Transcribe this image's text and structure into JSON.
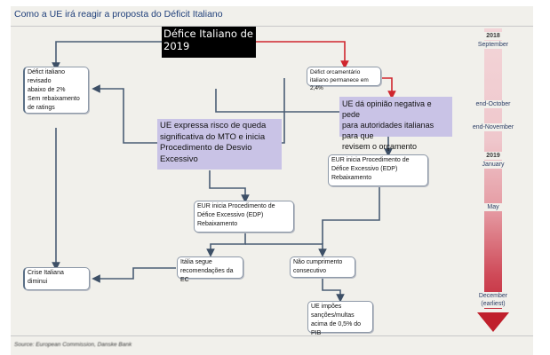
{
  "title": "Como a UE irá reagir a proposta do Déficit Italiano",
  "source": "Source: European Commission, Danske Bank",
  "colors": {
    "panel_bg": "#f1f0eb",
    "title_text": "#1f3f7a",
    "connector_dark": "#4a5d74",
    "connector_red": "#d0262e",
    "highlight_box": "#c9c3e6",
    "header_box": "#000000",
    "timeline_arrow": "#c0202c"
  },
  "nodes": {
    "start": "Défice Italiano de\n2019",
    "deficit_revised": "Défict italiano\nrevisado\n abaixo de 2%\nSem rebaixamento\nde ratings",
    "deficit_remains": "Défict orcamentário\nitaliano permanece em 2,4%",
    "eu_negative_opinion": "UE dá opinião negativa e pede\npara autoridades italianas para que\nrevisem o orçamento",
    "eu_mto_risk": "UE expressa risco de queda\nsignificativa do MTO e inicia\nProcedimento de Desvio\nExcessivo",
    "edp_right": "EUR inicia Procedimento de\nDéfice Excessivo (EDP)\nRebaixamento",
    "edp_center": "EUR inicia Procedimento de\nDéfice Excessivo (EDP)\nRebaixamento",
    "italy_follows": "Itália segue\nrecomendações da EC",
    "crisis_eases": "Crise Italiana\ndiminui",
    "non_compliance": "Não cumprimento\nconsecutivo",
    "sanctions": "UE impões\nsanções/multas\nacima de 0,5% do PIB"
  },
  "timeline": [
    {
      "year": "2018",
      "label": "September"
    },
    {
      "year": "",
      "label": "end-October"
    },
    {
      "year": "",
      "label": "end-November"
    },
    {
      "year": "2019",
      "label": "January"
    },
    {
      "year": "",
      "label": "May"
    },
    {
      "year": "",
      "label": "December\n(earliest)"
    }
  ]
}
